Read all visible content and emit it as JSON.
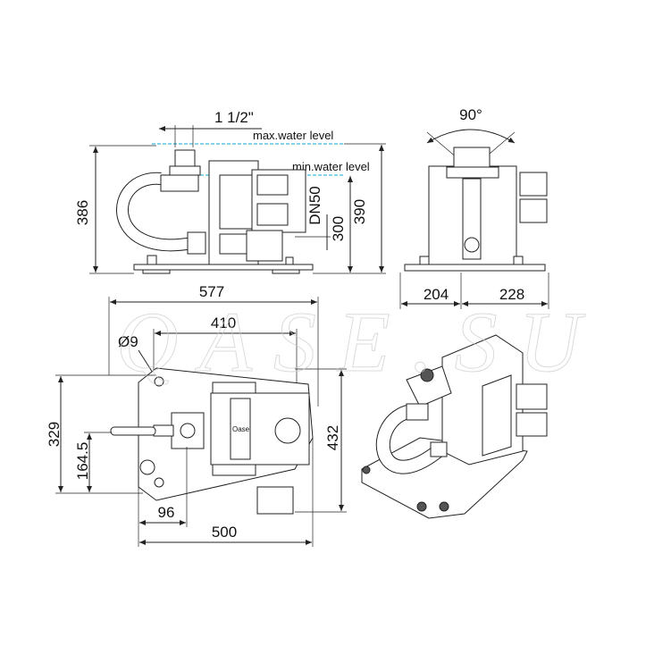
{
  "watermark": "QASE.SU",
  "side_view": {
    "pipe_size": "1 1/2\"",
    "max_level": "max.water level",
    "min_level": "min.water level",
    "outlet": "DN50",
    "height_total": "386",
    "height_min_level": "390",
    "height_inlet": "300",
    "water_color": "#3fb6d8"
  },
  "end_view": {
    "angle": "90°",
    "width_left": "204",
    "width_right": "228"
  },
  "plan_view": {
    "length_total": "577",
    "length_holes": "410",
    "hole_diameter": "Ø9",
    "depth_total": "329",
    "depth_half": "164.5",
    "depth_outlet": "432",
    "offset": "96",
    "base_length": "500",
    "brand_plate": "Oase"
  }
}
